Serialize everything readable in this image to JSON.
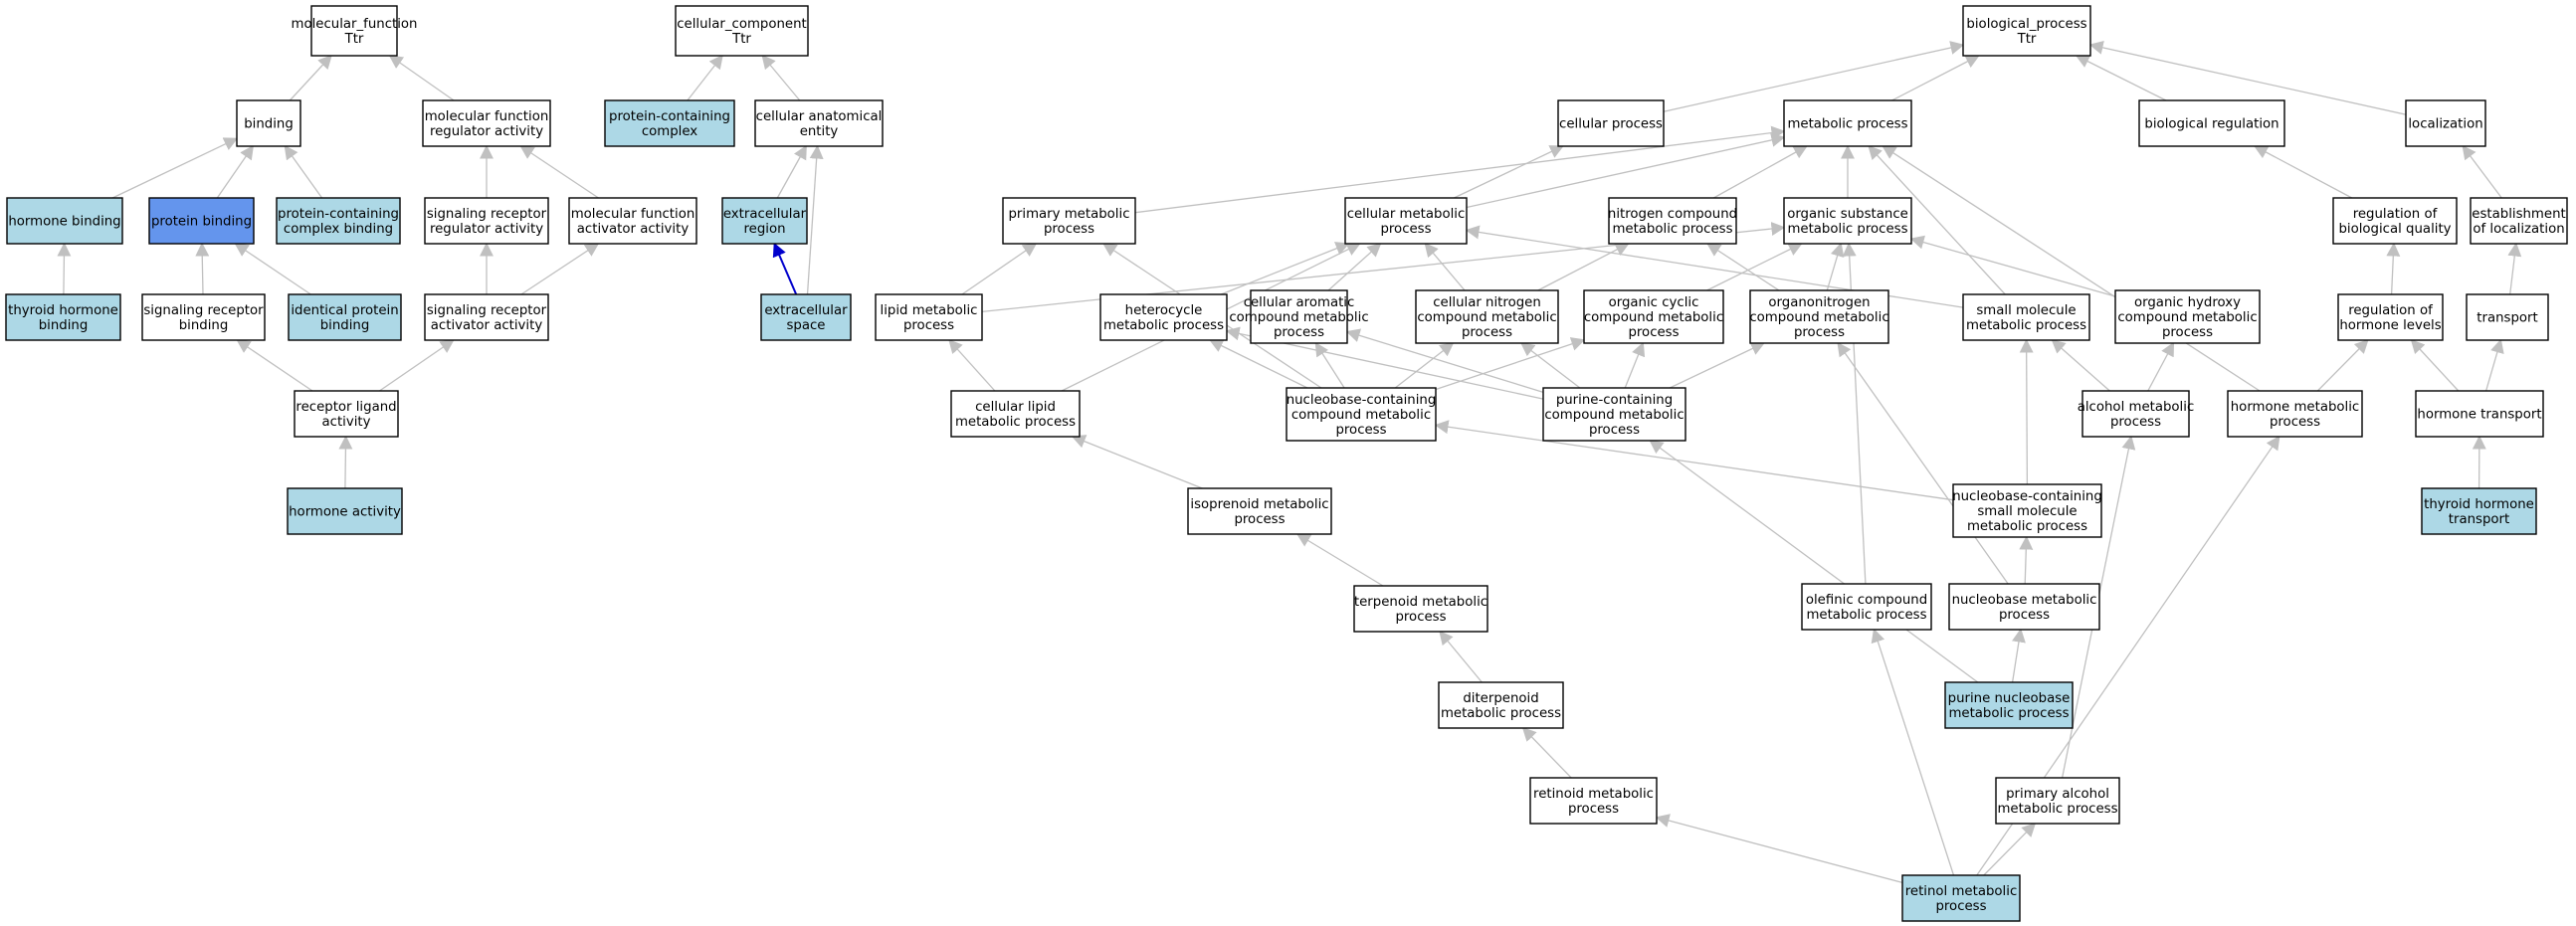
{
  "colors": {
    "node_fill": "#ffffff",
    "annotated_fill": "#add8e6",
    "query_fill": "#6495ed",
    "edge": "#c0c0c0",
    "edge_highlight": "#0000cc",
    "border": "#000000"
  },
  "nodes": [
    {
      "id": "mf",
      "lines": [
        "molecular_function",
        "Ttr"
      ],
      "style": "plain"
    },
    {
      "id": "cc",
      "lines": [
        "cellular_component",
        "Ttr"
      ],
      "style": "plain"
    },
    {
      "id": "bp",
      "lines": [
        "biological_process",
        "Ttr"
      ],
      "style": "plain"
    },
    {
      "id": "binding",
      "lines": [
        "binding"
      ],
      "style": "plain"
    },
    {
      "id": "mfra",
      "lines": [
        "molecular function",
        "regulator activity"
      ],
      "style": "plain"
    },
    {
      "id": "pcc",
      "lines": [
        "protein-containing",
        "complex"
      ],
      "style": "annotated"
    },
    {
      "id": "cae",
      "lines": [
        "cellular anatomical",
        "entity"
      ],
      "style": "plain"
    },
    {
      "id": "cellproc",
      "lines": [
        "cellular process"
      ],
      "style": "plain"
    },
    {
      "id": "metproc",
      "lines": [
        "metabolic process"
      ],
      "style": "plain"
    },
    {
      "id": "bioreg",
      "lines": [
        "biological regulation"
      ],
      "style": "plain"
    },
    {
      "id": "loc",
      "lines": [
        "localization"
      ],
      "style": "plain"
    },
    {
      "id": "hormbind",
      "lines": [
        "hormone binding"
      ],
      "style": "annotated"
    },
    {
      "id": "protbind",
      "lines": [
        "protein binding"
      ],
      "style": "query"
    },
    {
      "id": "pccbind",
      "lines": [
        "protein-containing",
        "complex binding"
      ],
      "style": "annotated"
    },
    {
      "id": "srra",
      "lines": [
        "signaling receptor",
        "regulator activity"
      ],
      "style": "plain"
    },
    {
      "id": "mfaa",
      "lines": [
        "molecular function",
        "activator activity"
      ],
      "style": "plain"
    },
    {
      "id": "ecr",
      "lines": [
        "extracellular",
        "region"
      ],
      "style": "annotated"
    },
    {
      "id": "primmet",
      "lines": [
        "primary metabolic",
        "process"
      ],
      "style": "plain"
    },
    {
      "id": "cellmet",
      "lines": [
        "cellular metabolic",
        "process"
      ],
      "style": "plain"
    },
    {
      "id": "nitromet",
      "lines": [
        "nitrogen compound",
        "metabolic process"
      ],
      "style": "plain"
    },
    {
      "id": "orgsub",
      "lines": [
        "organic substance",
        "metabolic process"
      ],
      "style": "plain"
    },
    {
      "id": "regbioq",
      "lines": [
        "regulation of",
        "biological quality"
      ],
      "style": "plain"
    },
    {
      "id": "estloc",
      "lines": [
        "establishment",
        "of localization"
      ],
      "style": "plain"
    },
    {
      "id": "thyhb",
      "lines": [
        "thyroid hormone",
        "binding"
      ],
      "style": "annotated"
    },
    {
      "id": "srbind",
      "lines": [
        "signaling receptor",
        "binding"
      ],
      "style": "plain"
    },
    {
      "id": "idpb",
      "lines": [
        "identical protein",
        "binding"
      ],
      "style": "annotated"
    },
    {
      "id": "sraa",
      "lines": [
        "signaling receptor",
        "activator activity"
      ],
      "style": "plain"
    },
    {
      "id": "ecs",
      "lines": [
        "extracellular",
        "space"
      ],
      "style": "annotated"
    },
    {
      "id": "lipmet",
      "lines": [
        "lipid metabolic",
        "process"
      ],
      "style": "plain"
    },
    {
      "id": "hetmet",
      "lines": [
        "heterocycle",
        "metabolic process"
      ],
      "style": "plain"
    },
    {
      "id": "caromet",
      "lines": [
        "cellular aromatic",
        "compound metabolic",
        "process"
      ],
      "style": "plain"
    },
    {
      "id": "cnitmet",
      "lines": [
        "cellular nitrogen",
        "compound metabolic",
        "process"
      ],
      "style": "plain"
    },
    {
      "id": "orgcyc",
      "lines": [
        "organic cyclic",
        "compound metabolic",
        "process"
      ],
      "style": "plain"
    },
    {
      "id": "orgnit",
      "lines": [
        "organonitrogen",
        "compound metabolic",
        "process"
      ],
      "style": "plain"
    },
    {
      "id": "smallmol",
      "lines": [
        "small molecule",
        "metabolic process"
      ],
      "style": "plain"
    },
    {
      "id": "orghyd",
      "lines": [
        "organic hydroxy",
        "compound metabolic",
        "process"
      ],
      "style": "plain"
    },
    {
      "id": "reghorm",
      "lines": [
        "regulation of",
        "hormone levels"
      ],
      "style": "plain"
    },
    {
      "id": "transport",
      "lines": [
        "transport"
      ],
      "style": "plain"
    },
    {
      "id": "rla",
      "lines": [
        "receptor ligand",
        "activity"
      ],
      "style": "plain"
    },
    {
      "id": "clipmet",
      "lines": [
        "cellular lipid",
        "metabolic process"
      ],
      "style": "plain"
    },
    {
      "id": "nbcmet",
      "lines": [
        "nucleobase-containing",
        "compound metabolic",
        "process"
      ],
      "style": "plain"
    },
    {
      "id": "purcmet",
      "lines": [
        "purine-containing",
        "compound metabolic",
        "process"
      ],
      "style": "plain"
    },
    {
      "id": "alcmet",
      "lines": [
        "alcohol metabolic",
        "process"
      ],
      "style": "plain"
    },
    {
      "id": "hormmet",
      "lines": [
        "hormone metabolic",
        "process"
      ],
      "style": "plain"
    },
    {
      "id": "hormtrans",
      "lines": [
        "hormone transport"
      ],
      "style": "plain"
    },
    {
      "id": "hormact",
      "lines": [
        "hormone activity"
      ],
      "style": "annotated"
    },
    {
      "id": "isomet",
      "lines": [
        "isoprenoid metabolic",
        "process"
      ],
      "style": "plain"
    },
    {
      "id": "nbsmmet",
      "lines": [
        "nucleobase-containing",
        "small molecule",
        "metabolic process"
      ],
      "style": "plain"
    },
    {
      "id": "thyht",
      "lines": [
        "thyroid hormone",
        "transport"
      ],
      "style": "annotated"
    },
    {
      "id": "terpmet",
      "lines": [
        "terpenoid metabolic",
        "process"
      ],
      "style": "plain"
    },
    {
      "id": "olefmet",
      "lines": [
        "olefinic compound",
        "metabolic process"
      ],
      "style": "plain"
    },
    {
      "id": "nbmet",
      "lines": [
        "nucleobase metabolic",
        "process"
      ],
      "style": "plain"
    },
    {
      "id": "diterp",
      "lines": [
        "diterpenoid",
        "metabolic process"
      ],
      "style": "plain"
    },
    {
      "id": "purnb",
      "lines": [
        "purine nucleobase",
        "metabolic process"
      ],
      "style": "annotated"
    },
    {
      "id": "retmet",
      "lines": [
        "retinoid metabolic",
        "process"
      ],
      "style": "plain"
    },
    {
      "id": "primalc",
      "lines": [
        "primary alcohol",
        "metabolic process"
      ],
      "style": "plain"
    },
    {
      "id": "retinol",
      "lines": [
        "retinol metabolic",
        "process"
      ],
      "style": "annotated"
    }
  ],
  "edges": [
    [
      "binding",
      "mf"
    ],
    [
      "mfra",
      "mf"
    ],
    [
      "pcc",
      "cc"
    ],
    [
      "cae",
      "cc"
    ],
    [
      "cellproc",
      "bp"
    ],
    [
      "metproc",
      "bp"
    ],
    [
      "bioreg",
      "bp"
    ],
    [
      "loc",
      "bp"
    ],
    [
      "hormbind",
      "binding"
    ],
    [
      "protbind",
      "binding"
    ],
    [
      "pccbind",
      "binding"
    ],
    [
      "srra",
      "mfra"
    ],
    [
      "mfaa",
      "mfra"
    ],
    [
      "ecr",
      "cae"
    ],
    [
      "ecs",
      "cae"
    ],
    [
      "ecs",
      "ecr",
      "blue"
    ],
    [
      "primmet",
      "metproc"
    ],
    [
      "cellmet",
      "metproc"
    ],
    [
      "cellmet",
      "cellproc"
    ],
    [
      "nitromet",
      "metproc"
    ],
    [
      "orgsub",
      "metproc"
    ],
    [
      "smallmol",
      "metproc"
    ],
    [
      "hormmet",
      "metproc"
    ],
    [
      "regbioq",
      "bioreg"
    ],
    [
      "estloc",
      "loc"
    ],
    [
      "thyhb",
      "hormbind"
    ],
    [
      "srbind",
      "protbind"
    ],
    [
      "idpb",
      "protbind"
    ],
    [
      "sraa",
      "srra"
    ],
    [
      "sraa",
      "mfaa"
    ],
    [
      "lipmet",
      "primmet"
    ],
    [
      "lipmet",
      "orgsub"
    ],
    [
      "hetmet",
      "cellmet"
    ],
    [
      "caromet",
      "cellmet"
    ],
    [
      "cnitmet",
      "cellmet"
    ],
    [
      "cnitmet",
      "nitromet"
    ],
    [
      "orgcyc",
      "orgsub"
    ],
    [
      "orgnit",
      "nitromet"
    ],
    [
      "orgnit",
      "orgsub"
    ],
    [
      "orghyd",
      "orgsub"
    ],
    [
      "smallmol",
      "cellmet"
    ],
    [
      "reghorm",
      "regbioq"
    ],
    [
      "transport",
      "estloc"
    ],
    [
      "rla",
      "srbind"
    ],
    [
      "rla",
      "sraa"
    ],
    [
      "clipmet",
      "lipmet"
    ],
    [
      "clipmet",
      "cellmet"
    ],
    [
      "nbcmet",
      "hetmet"
    ],
    [
      "nbcmet",
      "caromet"
    ],
    [
      "nbcmet",
      "cnitmet"
    ],
    [
      "nbcmet",
      "orgcyc"
    ],
    [
      "nbcmet",
      "primmet"
    ],
    [
      "purcmet",
      "hetmet"
    ],
    [
      "purcmet",
      "caromet"
    ],
    [
      "purcmet",
      "cnitmet"
    ],
    [
      "purcmet",
      "orgcyc"
    ],
    [
      "purcmet",
      "orgnit"
    ],
    [
      "alcmet",
      "smallmol"
    ],
    [
      "alcmet",
      "orghyd"
    ],
    [
      "hormmet",
      "reghorm"
    ],
    [
      "hormtrans",
      "reghorm"
    ],
    [
      "hormtrans",
      "transport"
    ],
    [
      "hormact",
      "rla"
    ],
    [
      "isomet",
      "clipmet"
    ],
    [
      "nbsmmet",
      "nbcmet"
    ],
    [
      "nbsmmet",
      "smallmol"
    ],
    [
      "thyht",
      "hormtrans"
    ],
    [
      "terpmet",
      "isomet"
    ],
    [
      "olefmet",
      "orgsub"
    ],
    [
      "nbmet",
      "nbsmmet"
    ],
    [
      "nbmet",
      "orgnit"
    ],
    [
      "diterp",
      "terpmet"
    ],
    [
      "purnb",
      "nbmet"
    ],
    [
      "purnb",
      "purcmet"
    ],
    [
      "retmet",
      "diterp"
    ],
    [
      "primalc",
      "alcmet"
    ],
    [
      "retinol",
      "retmet"
    ],
    [
      "retinol",
      "primalc"
    ],
    [
      "retinol",
      "olefmet"
    ],
    [
      "retinol",
      "hormmet"
    ]
  ]
}
